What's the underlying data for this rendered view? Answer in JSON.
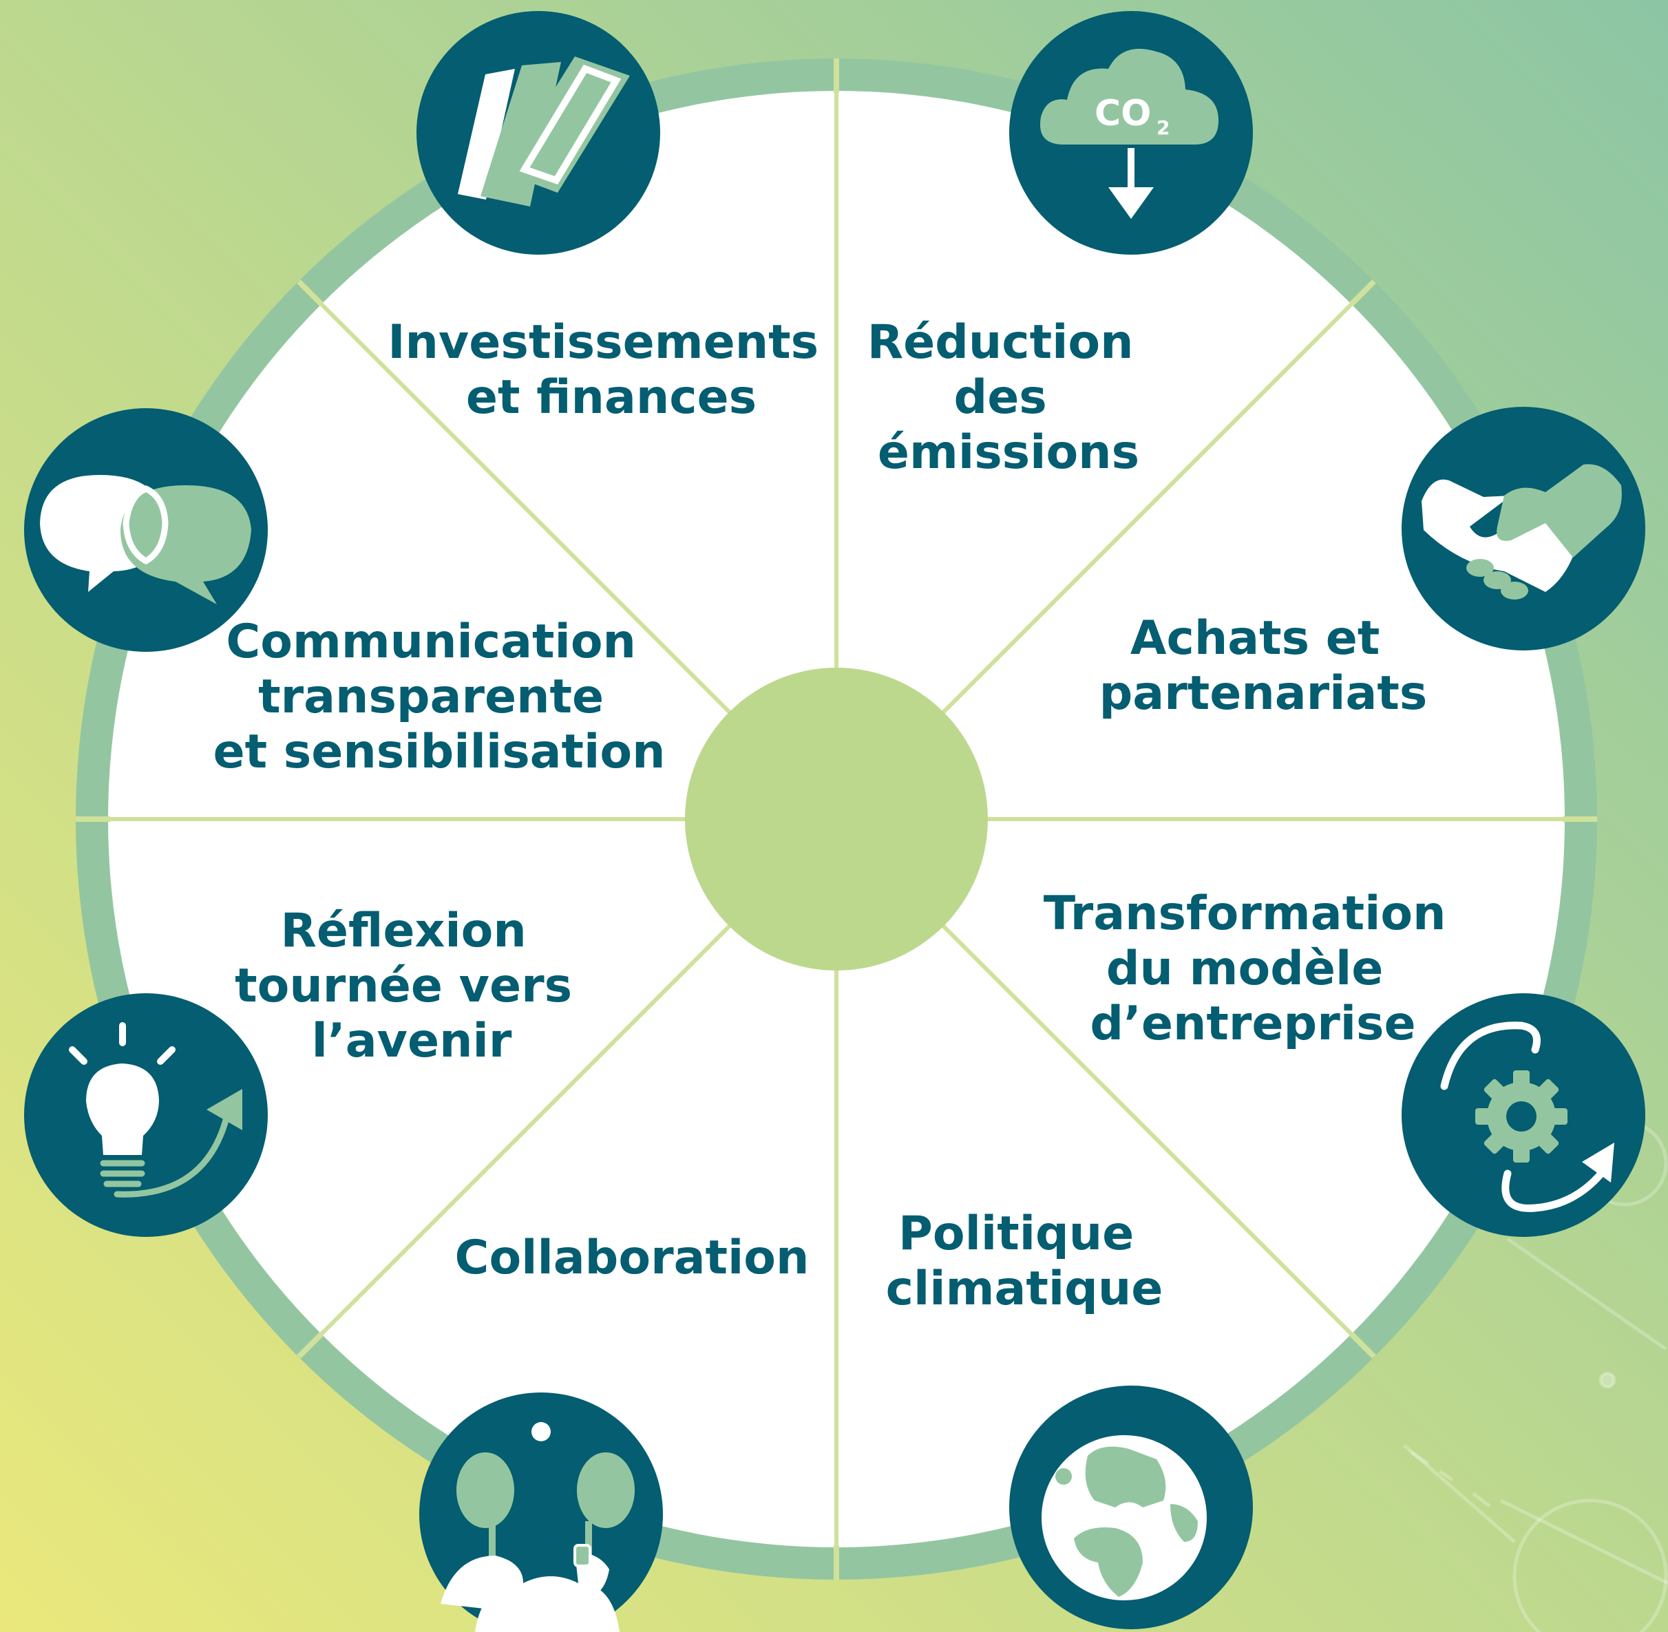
{
  "colors": {
    "background_light": "#e8e77e",
    "background_dark": "#8fc6a4",
    "ring": "#93c6a0",
    "wheel": "#ffffff",
    "divider": "#cfe19a",
    "hub": "#bcd88d",
    "icon_circle": "#045d70",
    "icon_accent": "#93c6a0",
    "label_text": "#045d70"
  },
  "segments": [
    {
      "id": "investments",
      "label_lines": [
        "Investissements",
        "et finances"
      ],
      "icon": "money-icon"
    },
    {
      "id": "emissions",
      "label_lines": [
        "Réduction",
        "des",
        "émissions"
      ],
      "icon": "co2-cloud-icon"
    },
    {
      "id": "purchasing",
      "label_lines": [
        "Achats et",
        "partenariats"
      ],
      "icon": "handshake-icon"
    },
    {
      "id": "business-model",
      "label_lines": [
        "Transformation",
        "du modèle",
        "d’entreprise"
      ],
      "icon": "gear-cycle-icon"
    },
    {
      "id": "climate-policy",
      "label_lines": [
        "Politique",
        "climatique"
      ],
      "icon": "globe-icon"
    },
    {
      "id": "collaboration",
      "label_lines": [
        "Collaboration"
      ],
      "icon": "people-collaboration-icon"
    },
    {
      "id": "future",
      "label_lines": [
        "Réflexion",
        "tournée vers",
        "l’avenir"
      ],
      "icon": "lightbulb-arrow-icon"
    },
    {
      "id": "communication",
      "label_lines": [
        "Communication",
        "transparente",
        "et sensibilisation"
      ],
      "icon": "speech-bubbles-icon"
    }
  ],
  "co2_icon_text": {
    "main": "CO",
    "subscript": "2"
  }
}
